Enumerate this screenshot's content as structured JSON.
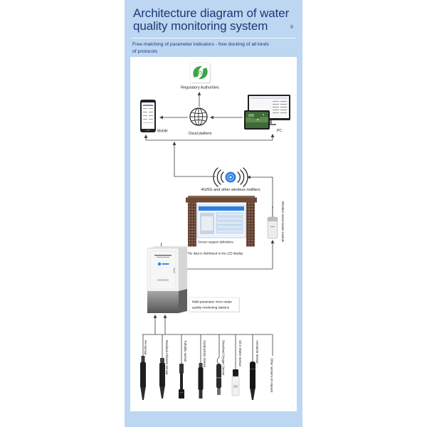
{
  "colors": {
    "panel_background": "#bdd6f1",
    "title_text": "#1b3a76",
    "accent_blue": "#2f7fe0",
    "logo_green": "#3ca547"
  },
  "header": {
    "title_line1": "Architecture diagram of water",
    "title_line2": "quality monitoring system",
    "title_mark": "II",
    "subtitle_line1": "Free matching of parameter indicators - free docking of all kinds",
    "subtitle_line2": "of protocols"
  },
  "diagram": {
    "regulator": {
      "label": "Regulatory Authorities",
      "icon": "regulator-logo"
    },
    "mobile": {
      "label": "Mobile",
      "icon": "smartphone-icon"
    },
    "cloud": {
      "label": "Cloud platform",
      "icon": "globe-icon"
    },
    "pc": {
      "label": "PC",
      "icon": "monitor-and-tablet-icon"
    },
    "wireless": {
      "label": "4G/5G and other wireless notifiers",
      "icon": "wireless-signal-icon"
    },
    "led_display": {
      "support_label": "Screen support definitions",
      "distribution_label": "The data is distributed to the LED display"
    },
    "transmission_module": {
      "label": "Wireless transmission module"
    },
    "station": {
      "label_line1": "Multi-parameter micro water",
      "label_line2": "quality monitoring stations"
    },
    "sensors": [
      {
        "label": "PH Sensor"
      },
      {
        "label": "Residual Chlorine Sensor"
      },
      {
        "label": "Turbidity sensor"
      },
      {
        "label": "Conductivity Sensor"
      },
      {
        "label": "Dissolved Oxygen Sensor"
      },
      {
        "label": "Oil in Water Sensor"
      },
      {
        "label": "Ammonia Sensor"
      },
      {
        "label": "Other sensors on request"
      }
    ]
  }
}
